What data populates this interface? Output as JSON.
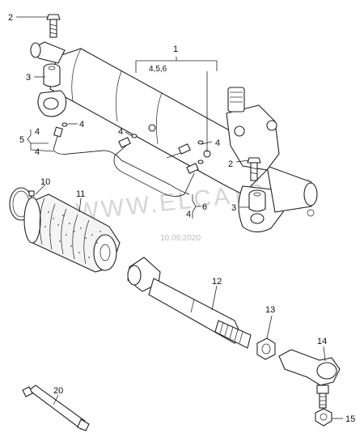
{
  "callouts": {
    "c1": "1",
    "c1_sub": "4,5,6",
    "c2_top": "2",
    "c2_mid": "2",
    "c3_top": "3",
    "c3_mid": "3",
    "c4_a": "4",
    "c4_b": "4",
    "c4_c": "4",
    "c4_d": "4",
    "c4_e": "4",
    "c4_f": "4",
    "c5": "5",
    "c6": "6",
    "c10": "10",
    "c11": "11",
    "c12": "12",
    "c13": "13",
    "c14": "14",
    "c15": "15",
    "c20": "20"
  },
  "watermark": {
    "text": "WWW.ELCATS.RU",
    "date": "10.09.2020"
  }
}
